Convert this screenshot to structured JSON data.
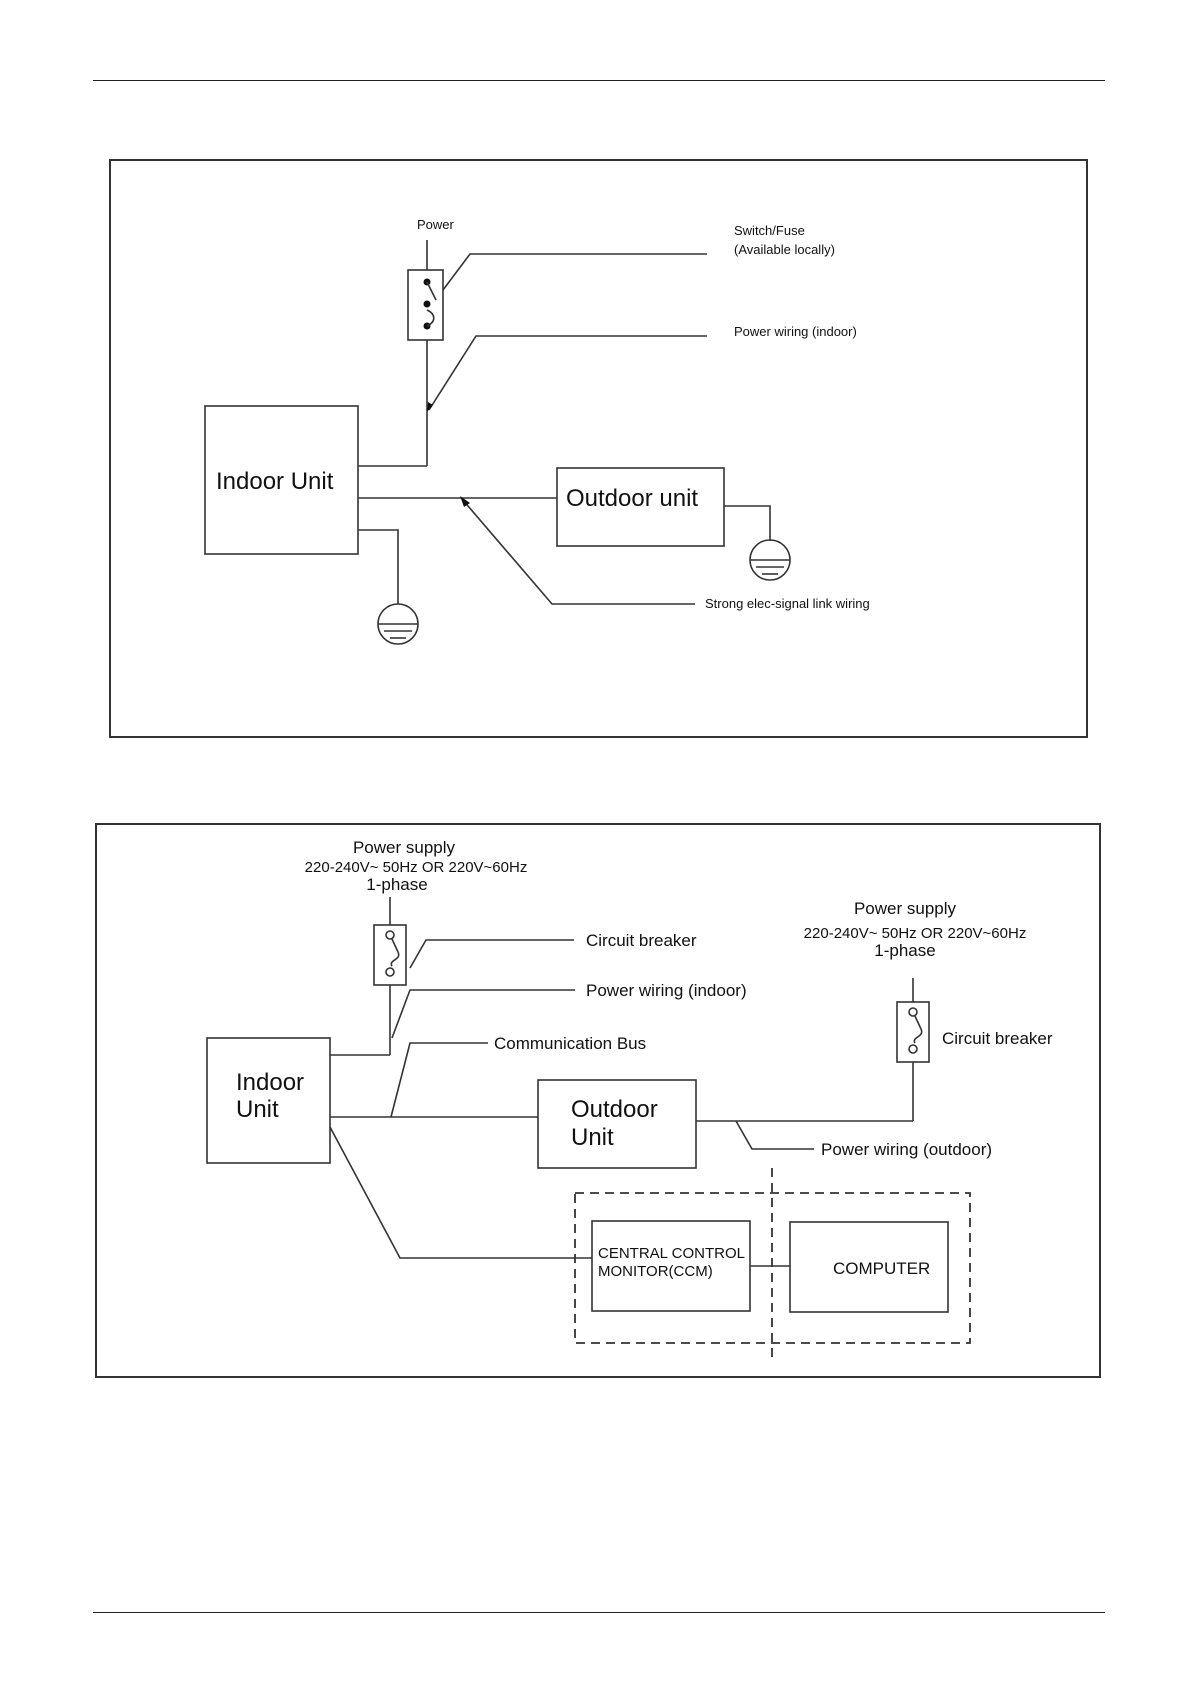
{
  "diagram1": {
    "power_label": "Power",
    "switch_label_1": "Switch/Fuse",
    "switch_label_2": "(Available locally)",
    "power_wiring_label": "Power wiring (indoor)",
    "indoor_unit_label": "Indoor Unit",
    "outdoor_unit_label": "Outdoor unit",
    "signal_link_label": "Strong elec-signal link wiring"
  },
  "diagram2": {
    "power_supply_left": {
      "line1": "Power supply",
      "line2": "220-240V~ 50Hz OR  220V~60Hz",
      "line3": "1-phase"
    },
    "power_supply_right": {
      "line1": "Power supply",
      "line2": "220-240V~ 50Hz OR  220V~60Hz",
      "line3": "1-phase"
    },
    "circuit_breaker_left": "Circuit  breaker",
    "circuit_breaker_right": "Circuit  breaker",
    "power_wiring_indoor": "Power wiring (indoor)",
    "communication_bus": "Communication Bus",
    "indoor_unit_line1": "Indoor",
    "indoor_unit_line2": "Unit",
    "outdoor_unit_line1": "Outdoor",
    "outdoor_unit_line2": "Unit",
    "power_wiring_outdoor": "Power wiring (outdoor)",
    "ccm_line1": "CENTRAL CONTROL",
    "ccm_line2": "MONITOR(CCM)",
    "computer_label": "COMPUTER"
  }
}
